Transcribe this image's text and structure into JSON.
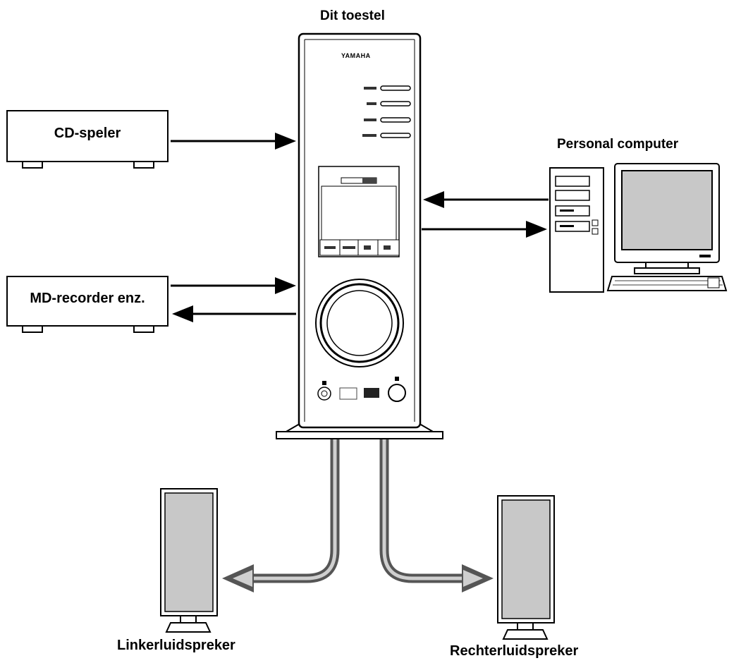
{
  "labels": {
    "main_unit": "Dit toestel",
    "cd_player": "CD-speler",
    "md_recorder": "MD-recorder enz.",
    "computer": "Personal computer",
    "left_speaker": "Linkerluidspreker",
    "right_speaker": "Rechterluidspreker"
  },
  "device": {
    "brand": "YAMAHA"
  },
  "colors": {
    "line": "#000000",
    "speaker_fill": "#c8c8c8",
    "monitor_fill": "#c8c8c8",
    "cable_outline": "#555555",
    "cable_core": "#cfcfcf"
  }
}
